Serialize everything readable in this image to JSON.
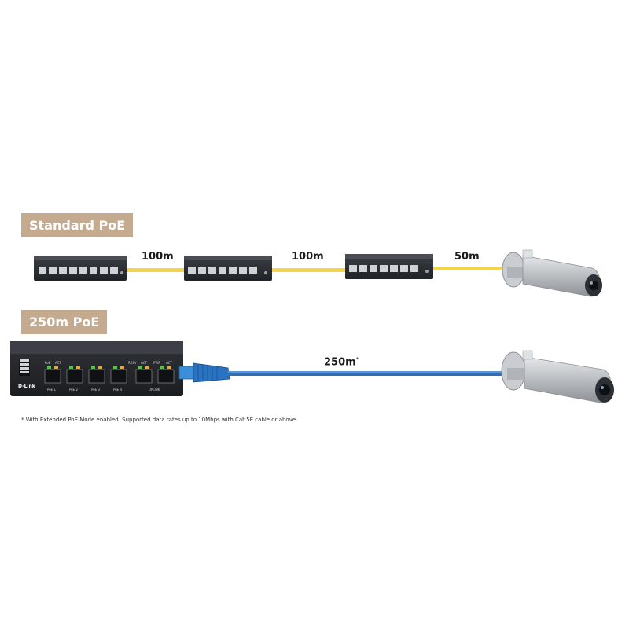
{
  "standard": {
    "label": "Standard PoE",
    "segments": [
      "100m",
      "100m",
      "50m"
    ]
  },
  "extended": {
    "label": "250m PoE",
    "distance": "250m",
    "distance_mark": "*"
  },
  "switch_logo": "D-Link",
  "switch_ports": [
    "PoE 1",
    "PoE 2",
    "PoE 3",
    "PoE 4",
    "UPLINK"
  ],
  "switch_leds": [
    "PoE",
    "ACT",
    "RESV",
    "ACT",
    "PWR",
    "ACT"
  ],
  "footnote": "* With Extended PoE Mode enabled. Supported data rates up to 10Mbps with Cat.5E cable or above.",
  "colors": {
    "badge": "#c4ab8f",
    "yellow_cable": "#f3d64a",
    "blue_cable": "#2f6fb8",
    "switch_body": "#2a2d31"
  },
  "icons": [
    "switch-icon",
    "camera-icon",
    "ethernet-plug-icon",
    "dip-switch-icon"
  ]
}
